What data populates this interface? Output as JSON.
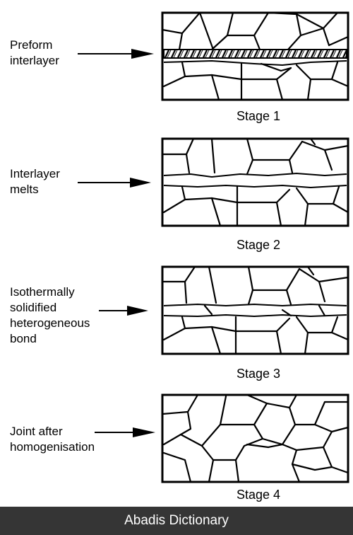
{
  "stages": [
    {
      "label_lines": [
        "Preform",
        "interlayer"
      ],
      "caption": "Stage 1"
    },
    {
      "label_lines": [
        "Interlayer",
        "melts"
      ],
      "caption": "Stage 2"
    },
    {
      "label_lines": [
        "Isothermally",
        "solidified",
        "heterogeneous",
        "bond"
      ],
      "caption": "Stage 3"
    },
    {
      "label_lines": [
        "Joint after",
        "homogenisation"
      ],
      "caption": "Stage 4"
    }
  ],
  "footer": {
    "text": "Abadis Dictionary"
  }
}
